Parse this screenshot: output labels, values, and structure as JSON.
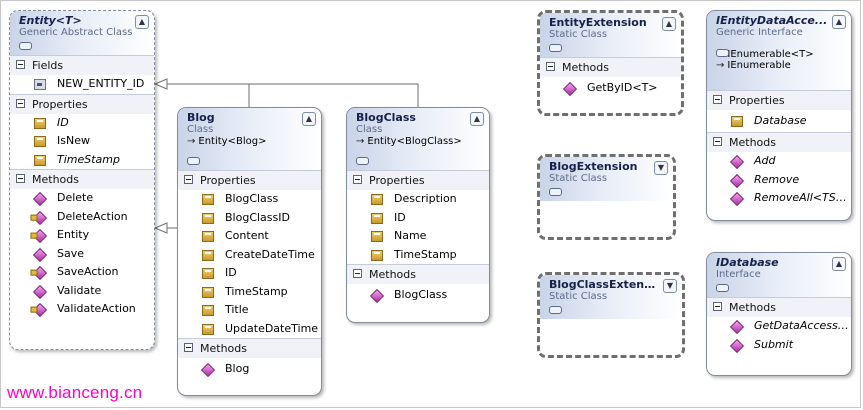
{
  "watermark": "www.bianceng.cn",
  "classes": {
    "entity": {
      "title": "Entity<T>",
      "kind": "Generic Abstract Class",
      "sections": [
        {
          "label": "Fields",
          "members": [
            "NEW_ENTITY_ID"
          ]
        },
        {
          "label": "Properties",
          "members": [
            "ID",
            "IsNew",
            "TimeStamp"
          ]
        },
        {
          "label": "Methods",
          "members": [
            "Delete",
            "DeleteAction",
            "Entity",
            "Save",
            "SaveAction",
            "Validate",
            "ValidateAction"
          ]
        }
      ]
    },
    "blog": {
      "title": "Blog",
      "kind": "Class",
      "inherits": "Entity<Blog>",
      "sections": [
        {
          "label": "Properties",
          "members": [
            "BlogClass",
            "BlogClassID",
            "Content",
            "CreateDateTime",
            "ID",
            "TimeStamp",
            "Title",
            "UpdateDateTime"
          ]
        },
        {
          "label": "Methods",
          "members": [
            "Blog"
          ]
        }
      ]
    },
    "blogclass": {
      "title": "BlogClass",
      "kind": "Class",
      "inherits": "Entity<BlogClass>",
      "sections": [
        {
          "label": "Properties",
          "members": [
            "Description",
            "ID",
            "Name",
            "TimeStamp"
          ]
        },
        {
          "label": "Methods",
          "members": [
            "BlogClass"
          ]
        }
      ]
    },
    "entityextension": {
      "title": "EntityExtension",
      "kind": "Static Class",
      "sections": [
        {
          "label": "Methods",
          "members": [
            "GetByID<T>"
          ]
        }
      ]
    },
    "blogextension": {
      "title": "BlogExtension",
      "kind": "Static Class"
    },
    "blogclassextension": {
      "title": "BlogClassExtens...",
      "kind": "Static Class"
    },
    "ientitydataaccess": {
      "title": "IEntityDataAcce...",
      "kind": "Generic Interface",
      "inherits": [
        "IEnumerable<T>",
        "IEnumerable"
      ],
      "sections": [
        {
          "label": "Properties",
          "members": [
            "Database"
          ]
        },
        {
          "label": "Methods",
          "members": [
            "Add",
            "Remove",
            "RemoveAll<TSubE..."
          ]
        }
      ]
    },
    "idatabase": {
      "title": "IDatabase",
      "kind": "Interface",
      "sections": [
        {
          "label": "Methods",
          "members": [
            "GetDataAccess<T>",
            "Submit"
          ]
        }
      ]
    }
  },
  "icons": {
    "collapse": "double-chevron-up-icon",
    "section_toggle": "minus-box-icon",
    "field": "field-icon",
    "property": "property-icon",
    "method": "method-icon",
    "inheritance": "inheritance-arrow-icon"
  },
  "colors": {
    "header_gradient": "#c9d4e8",
    "border": "#7f8ca1",
    "section_bg": "#f0f2f7",
    "watermark": "#ff00cc"
  }
}
